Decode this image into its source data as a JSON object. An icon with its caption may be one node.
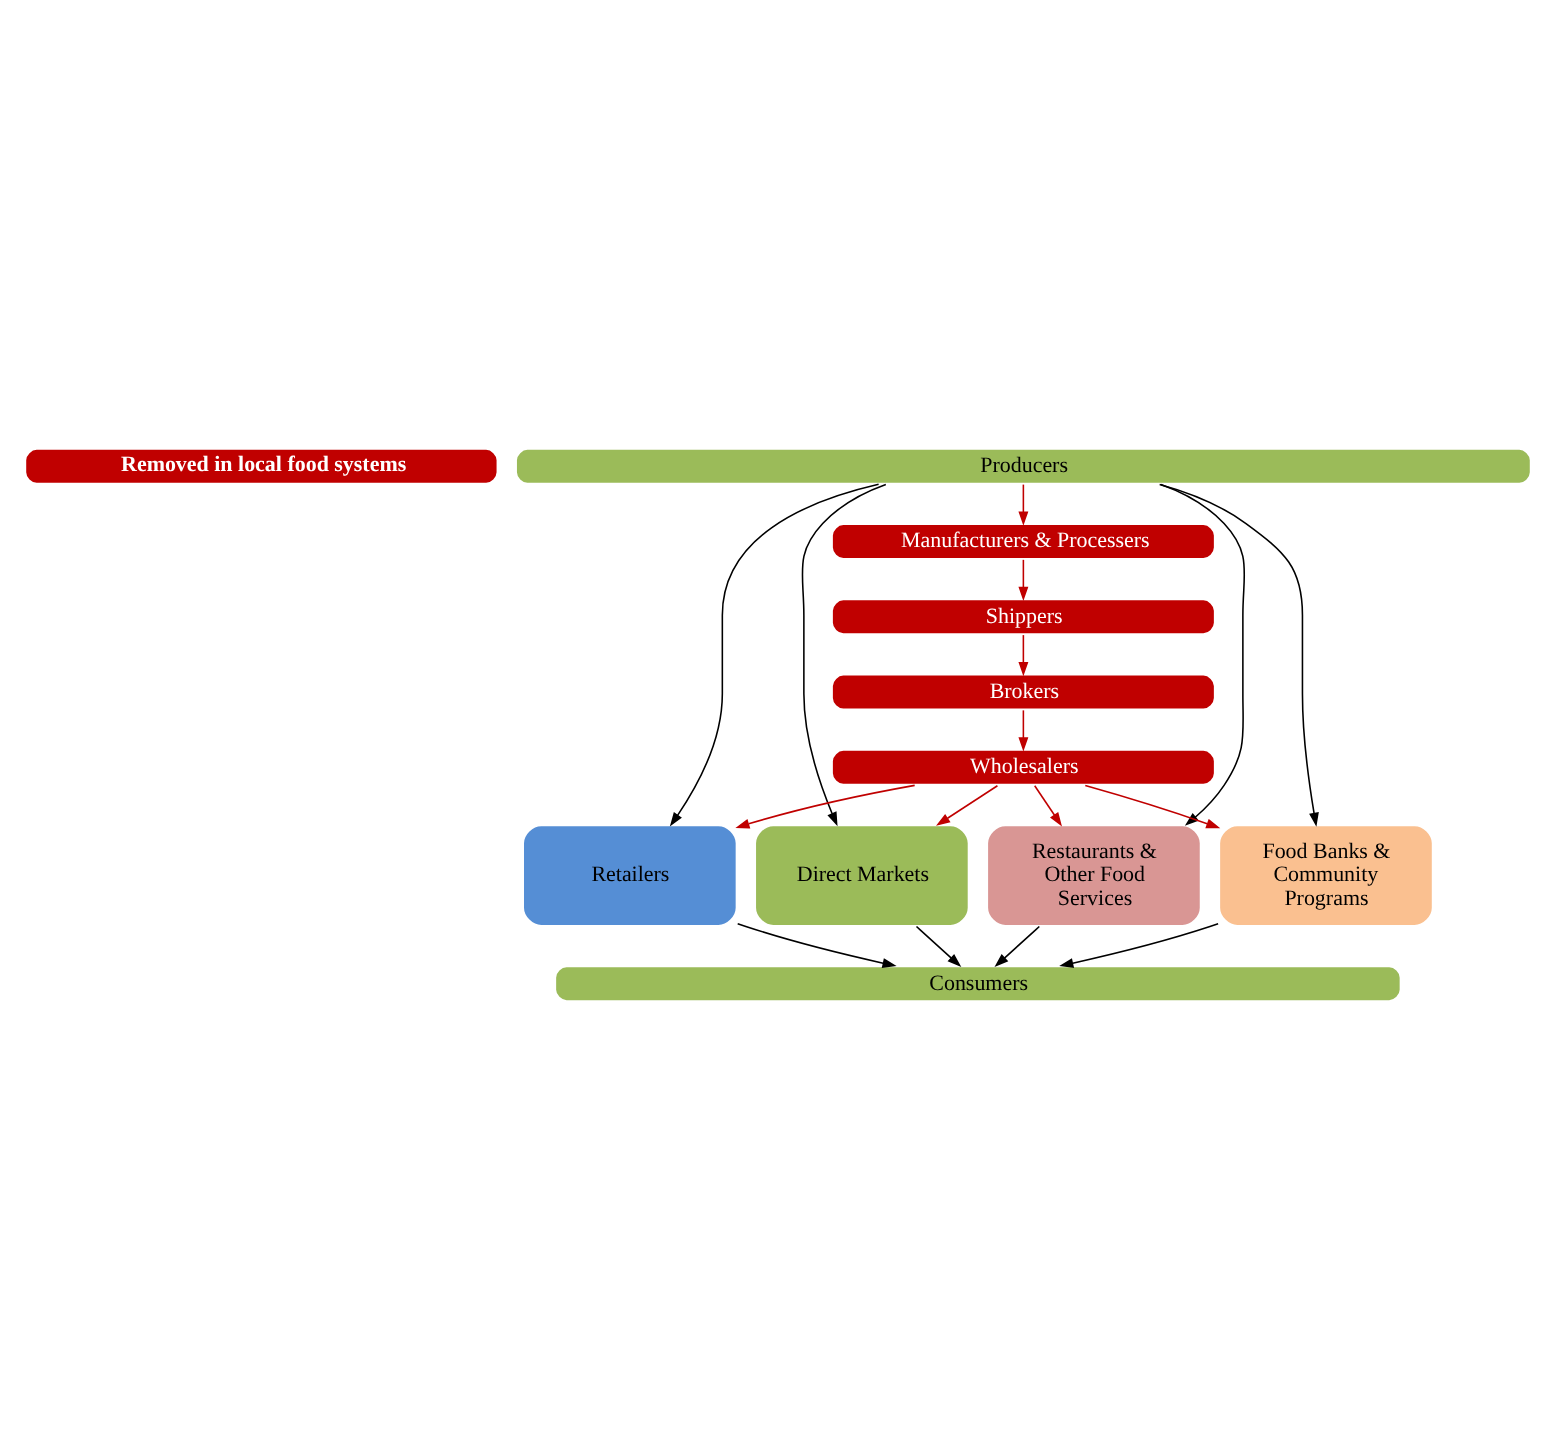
{
  "diagram": {
    "nodes": [
      {
        "text": [
          "Removed in local food systems"
        ]
      },
      {
        "text": [
          "Producers"
        ]
      },
      {
        "text": [
          "Manufacturers & Processers"
        ]
      },
      {
        "text": [
          "Shippers"
        ]
      },
      {
        "text": [
          "Brokers"
        ]
      },
      {
        "text": [
          "Wholesalers"
        ]
      },
      {
        "text": [
          "Retailers"
        ]
      },
      {
        "text": [
          "Direct Markets"
        ]
      },
      {
        "text": [
          "Restaurants & Other Food Services"
        ]
      },
      {
        "text": [
          "Food Banks & Community Programs"
        ]
      },
      {
        "text": [
          "Consumers"
        ]
      }
    ],
    "edges": [
      {
        "from": 1,
        "to": 2,
        "arrow": "to",
        "color": "#c00000"
      },
      {
        "from": 2,
        "to": 3,
        "arrow": "to",
        "color": "#c00000"
      },
      {
        "from": 3,
        "to": 4,
        "arrow": "to",
        "color": "#c00000"
      },
      {
        "from": 4,
        "to": 5,
        "arrow": "to",
        "color": "#c00000"
      },
      {
        "from": 5,
        "to": 6,
        "arrow": "to",
        "color": "#c00000"
      },
      {
        "from": 5,
        "to": 7,
        "arrow": "to",
        "color": "#c00000"
      },
      {
        "from": 5,
        "to": 8,
        "arrow": "to",
        "color": "#c00000"
      },
      {
        "from": 5,
        "to": 9,
        "arrow": "to",
        "color": "#c00000"
      },
      {
        "from": 1,
        "to": 6,
        "arrow": "to",
        "color": "#000000"
      },
      {
        "from": 1,
        "to": 7,
        "arrow": "to",
        "color": "#000000"
      },
      {
        "from": 1,
        "to": 8,
        "arrow": "to",
        "color": "#000000"
      },
      {
        "from": 1,
        "to": 9,
        "arrow": "to",
        "color": "#000000"
      },
      {
        "from": 6,
        "to": 10,
        "arrow": "to",
        "color": "#000000"
      },
      {
        "from": 7,
        "to": 10,
        "arrow": "to",
        "color": "#000000"
      },
      {
        "from": 8,
        "to": 10,
        "arrow": "to",
        "color": "#000000"
      },
      {
        "from": 9,
        "to": 10,
        "arrow": "to",
        "color": "#000000"
      }
    ]
  }
}
